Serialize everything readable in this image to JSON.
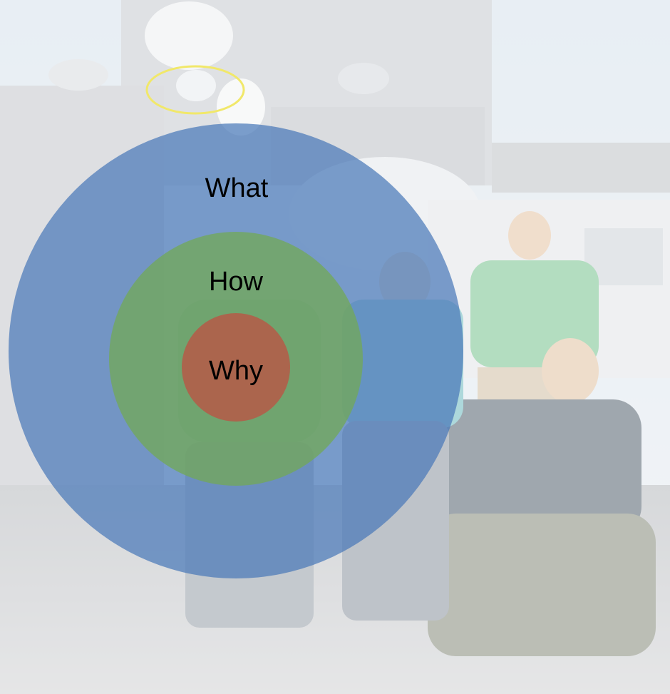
{
  "diagram": {
    "type": "golden-circle",
    "rings": [
      {
        "label": "What",
        "color": "#4a78b8",
        "opacity": 0.72
      },
      {
        "label": "How",
        "color": "#72a85a",
        "opacity": 0.78
      },
      {
        "label": "Why",
        "color": "#b0604a",
        "opacity": 0.92
      }
    ],
    "highlight_color": "#f1e86a"
  },
  "background": {
    "sky_color": "#dfe6ee",
    "deck_color": "#c3c6c9",
    "wash_color": "#ffffff"
  }
}
